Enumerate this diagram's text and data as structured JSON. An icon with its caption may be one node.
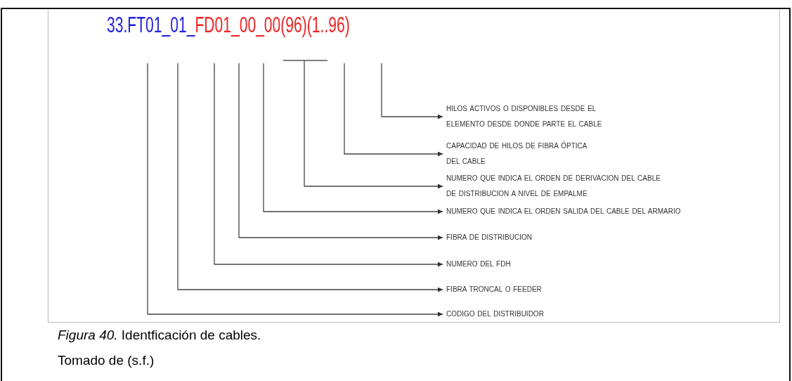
{
  "diagram": {
    "caption": "*Figura 40.* Identficación de cables.",
    "nodes": [
      {
        "text": [
          "HILOS ACTIVOS O DISPONIBLES DESDE EL ELEMENTO DESDE DONDE PARTE EL CABLE"
        ]
      },
      {
        "text": [
          "CAPACIDAD DE HILOS DE FIBRA ÓPTICA DEL CABLE"
        ]
      },
      {
        "text": [
          "NUMERO QUE INDICA EL ORDEN DE DERIVACION DEL CABLE DE DISTRIBUCION A NIVEL DE EMPALME"
        ]
      },
      {
        "text": [
          "NUMERO QUE INDICA EL ORDEN SALIDA DEL CABLE DEL ARMARIO"
        ]
      },
      {
        "text": [
          "FIBRA DE DISTRIBUCION"
        ]
      },
      {
        "text": [
          "NUMERO DEL FDH"
        ]
      },
      {
        "text": [
          "FIBRA TRONCAL O FEEDER"
        ]
      },
      {
        "text": [
          "CODIGO DEL DISTRIBUIDOR"
        ]
      }
    ],
    "edges": [
      {
        "from": null,
        "to": 0,
        "arrow": "to"
      },
      {
        "from": null,
        "to": 1,
        "arrow": "to"
      },
      {
        "from": null,
        "to": 2,
        "arrow": "to"
      },
      {
        "from": null,
        "to": 3,
        "arrow": "to"
      },
      {
        "from": null,
        "to": 4,
        "arrow": "to"
      },
      {
        "from": null,
        "to": 5,
        "arrow": "to"
      },
      {
        "from": null,
        "to": 6,
        "arrow": "to"
      },
      {
        "from": null,
        "to": 7,
        "arrow": "to"
      }
    ],
    "labels": [
      "33.FT01_01_",
      "FD01_00_00(96)(1..96)",
      "Tomado de (s.f.)"
    ]
  }
}
